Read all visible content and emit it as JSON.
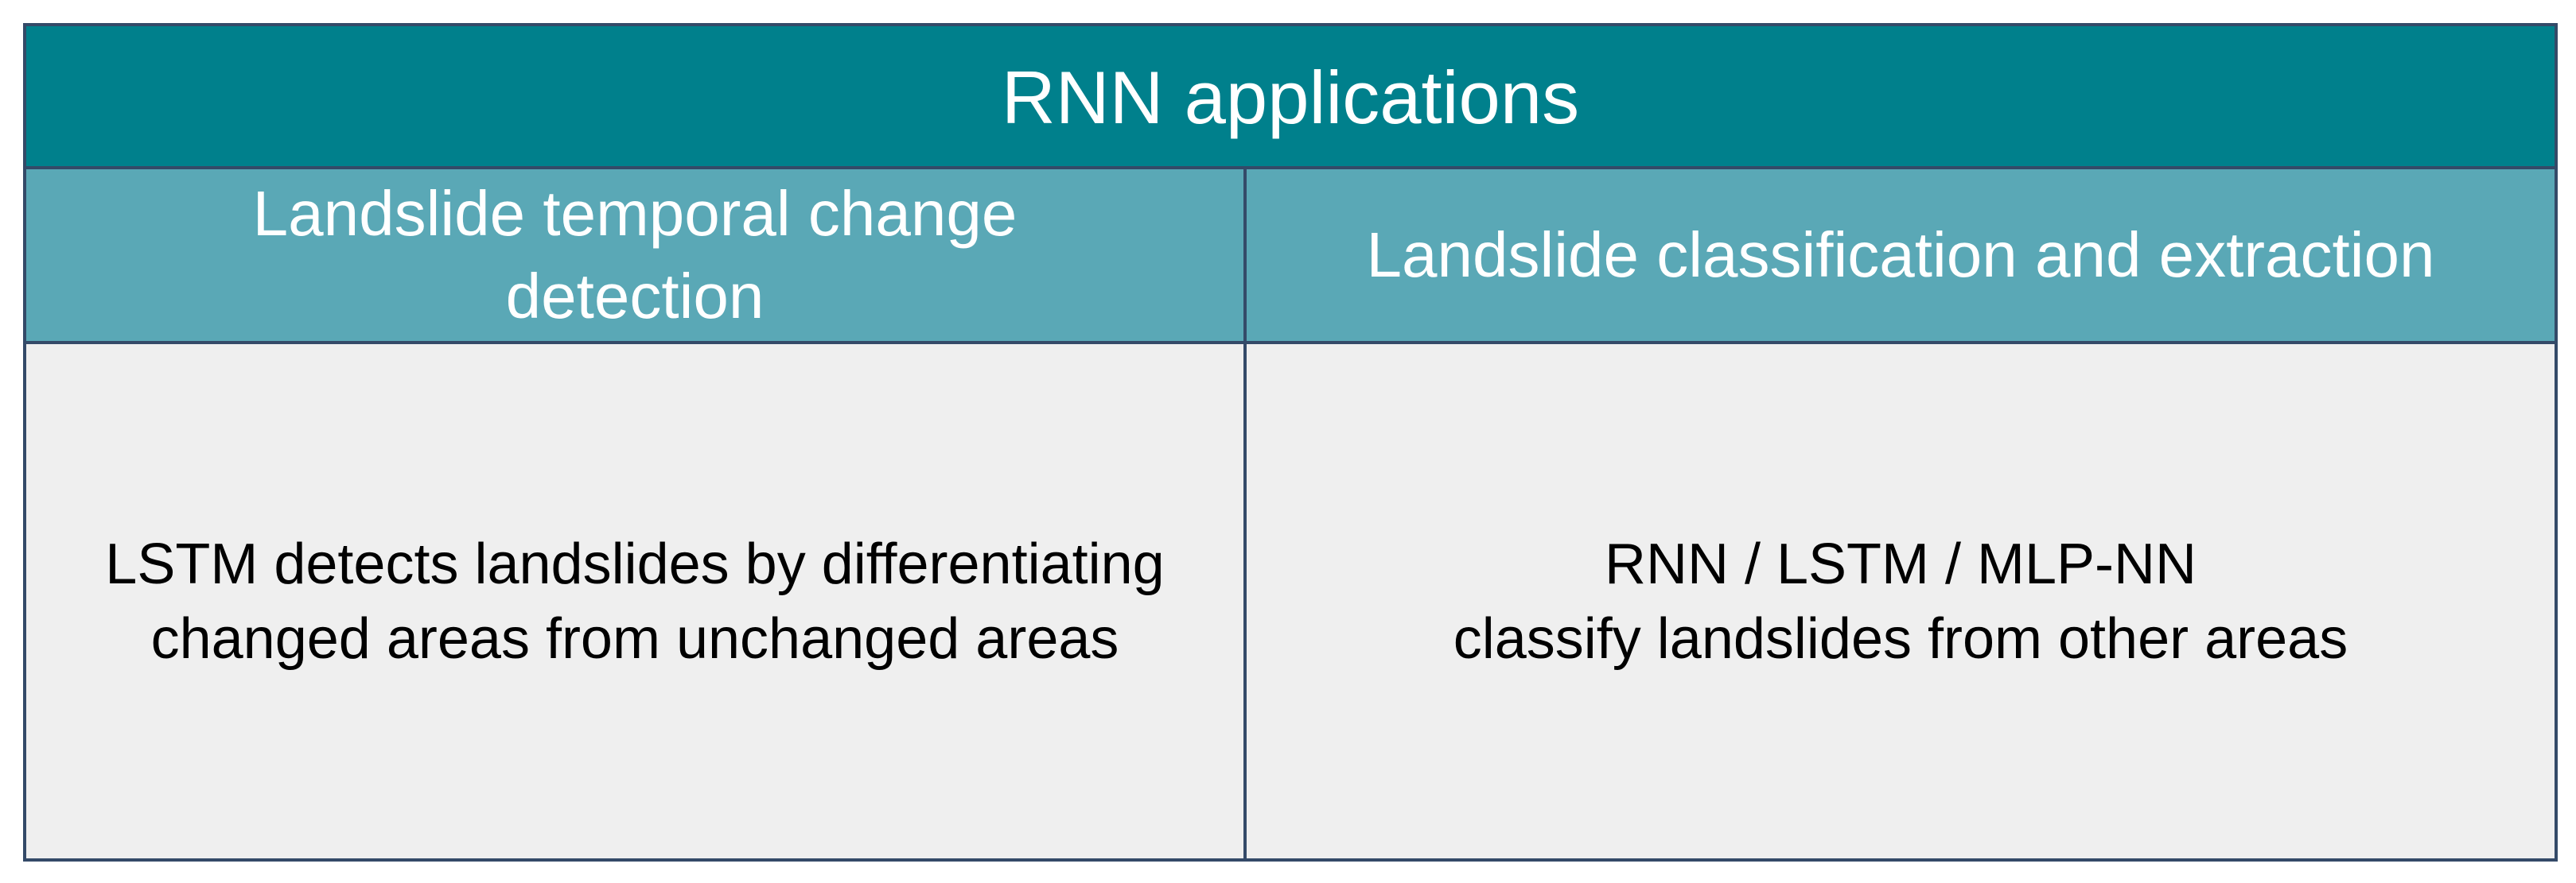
{
  "table": {
    "title": "RNN applications",
    "columns": [
      {
        "header": {
          "line1": "Landslide temporal change",
          "line2": "detection"
        },
        "body": {
          "line1": "LSTM detects landslides by differentiating",
          "line2": "changed areas from unchanged areas"
        }
      },
      {
        "header": {
          "line1": "Landslide classification and extraction"
        },
        "body": {
          "line1": "RNN / LSTM / MLP-NN",
          "line2": "classify landslides from other areas"
        }
      }
    ]
  },
  "colors": {
    "title_bg": "#00808c",
    "header_bg": "#5aa8b6",
    "body_bg": "#efefef",
    "border": "#344a68",
    "header_text": "#ffffff",
    "body_text": "#000000"
  }
}
